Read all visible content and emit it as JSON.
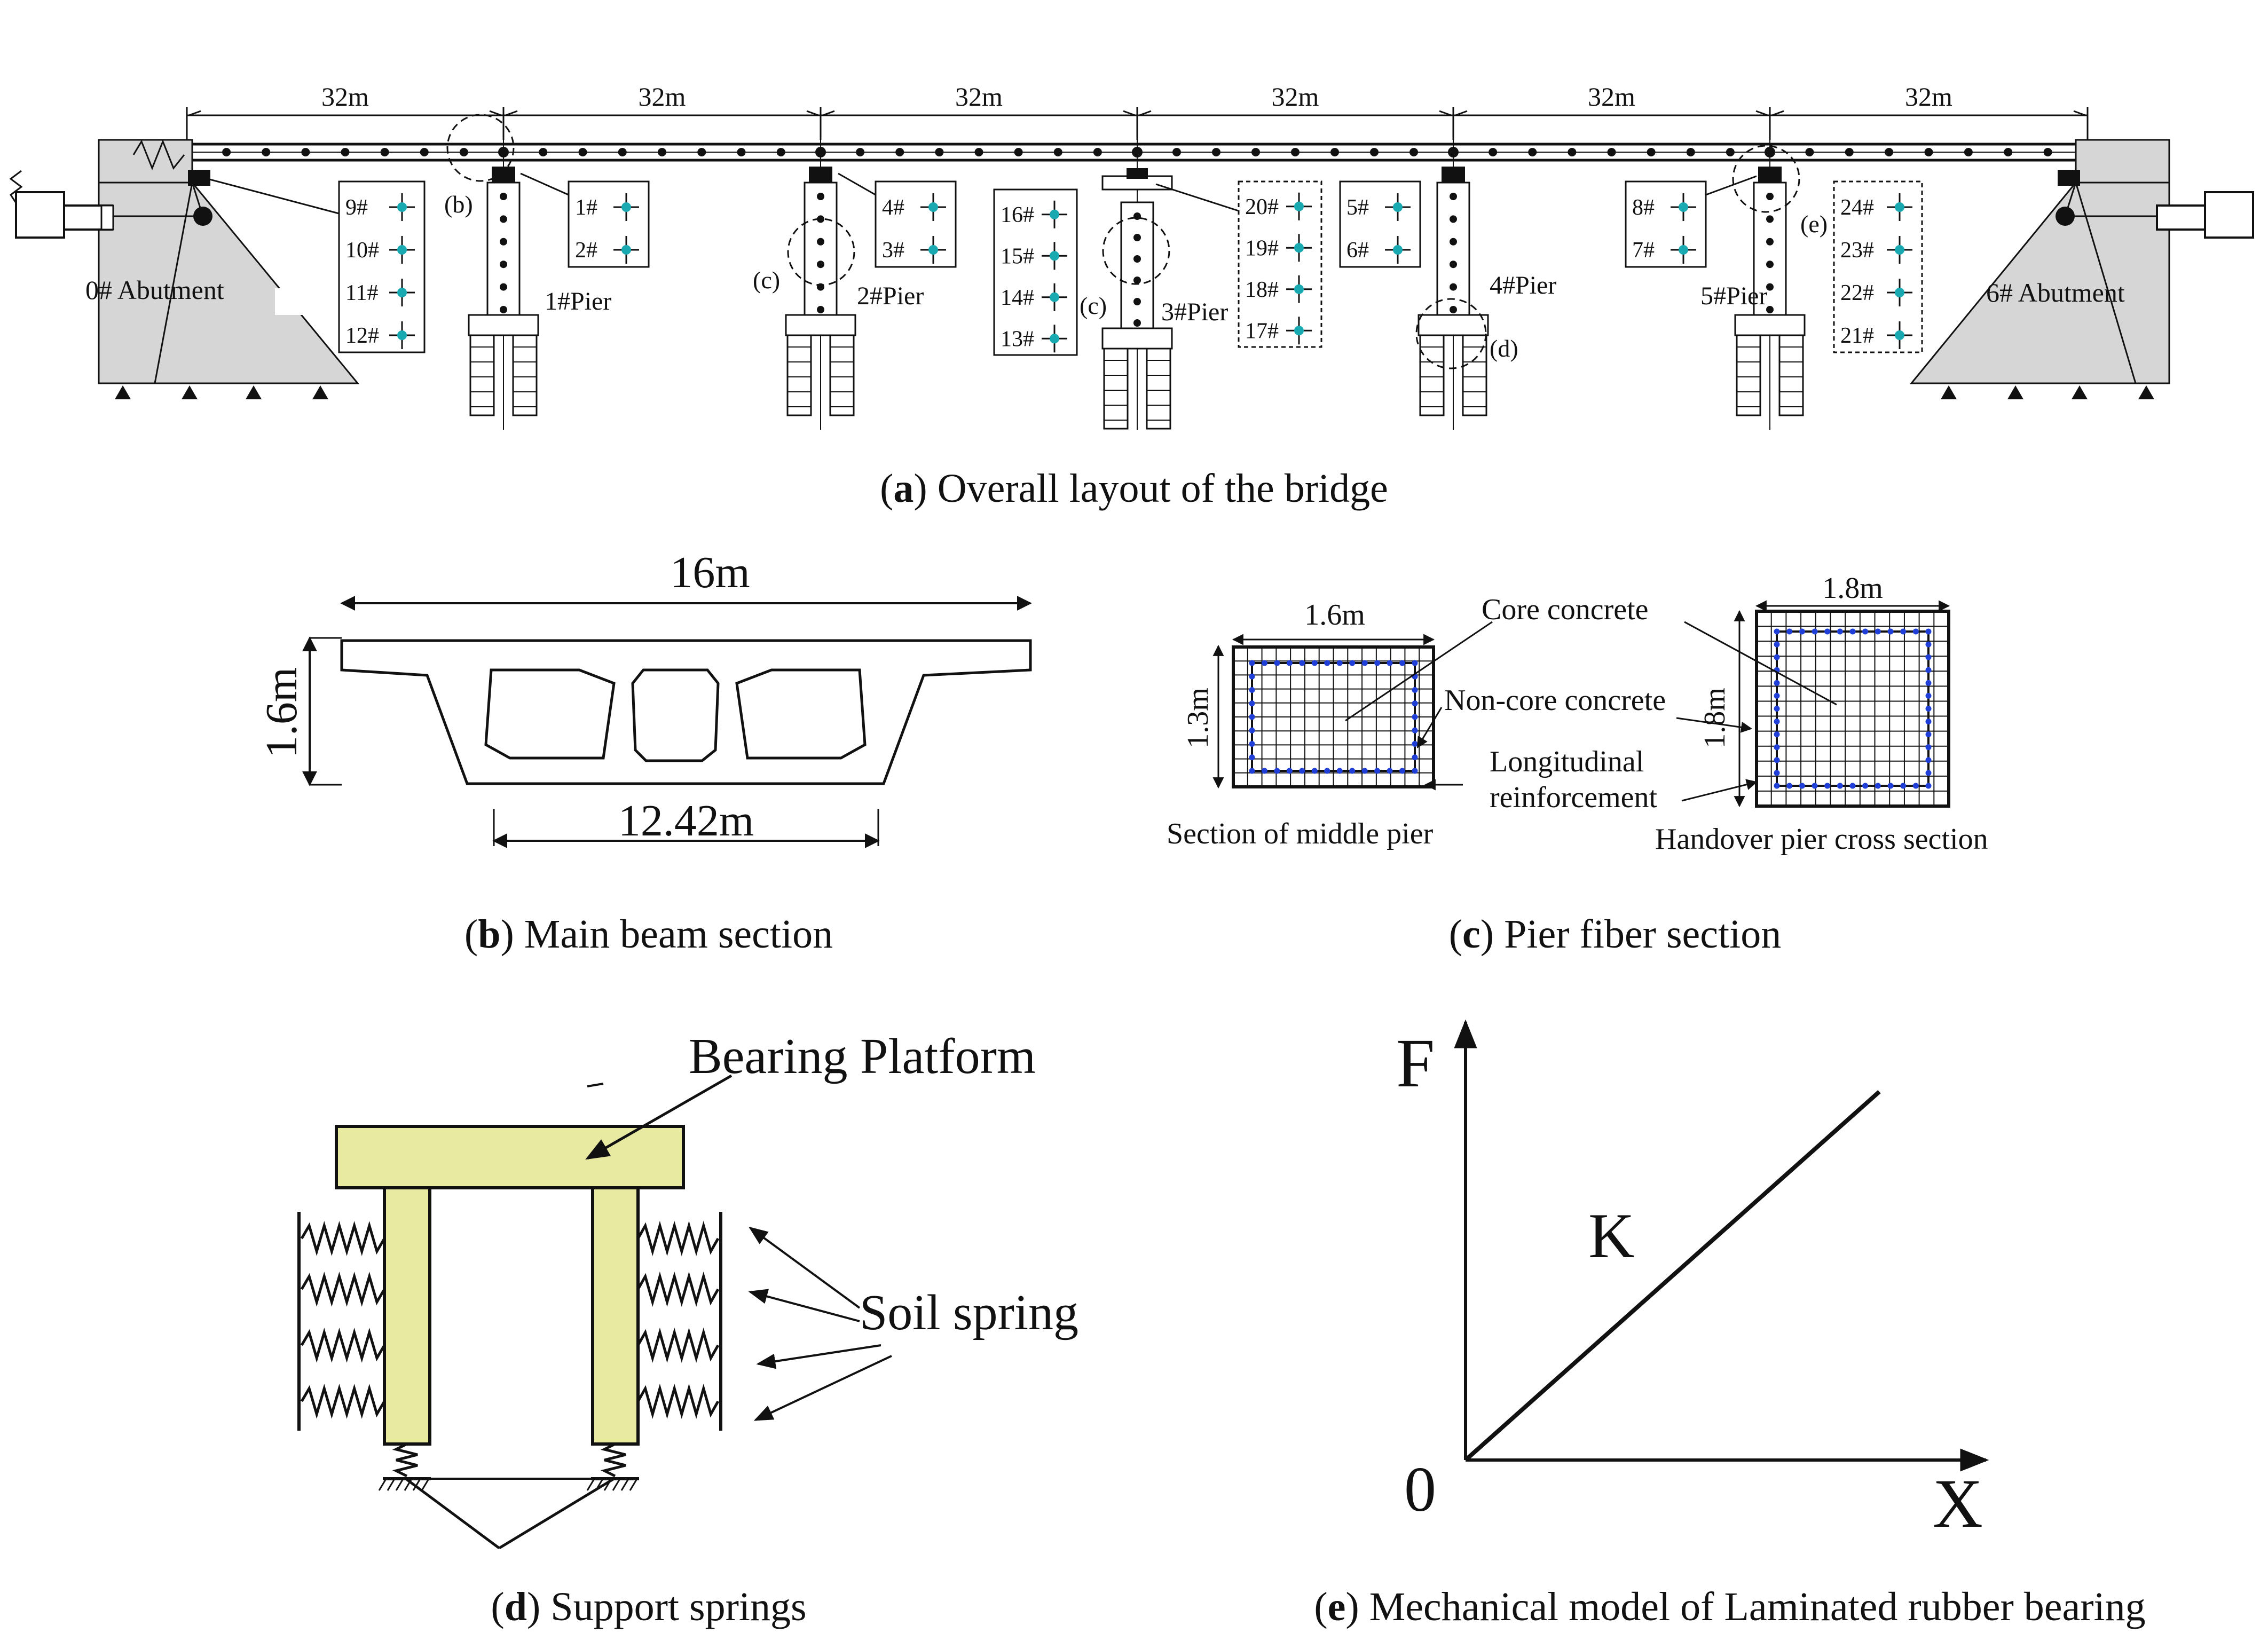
{
  "panel_a": {
    "span_label": "32m",
    "abutment_left": "0# Abutment",
    "abutment_right": "6# Abutment",
    "piers": [
      "1#Pier",
      "2#Pier",
      "3#Pier",
      "4#Pier",
      "5#Pier"
    ],
    "detail_marks": [
      "(b)",
      "(c)",
      "(c)",
      "(d)",
      "(e)"
    ],
    "bearing_groups": [
      [
        "9#",
        "10#",
        "11#",
        "12#"
      ],
      [
        "1#",
        "2#"
      ],
      [
        "4#",
        "3#"
      ],
      [
        "16#",
        "15#",
        "14#",
        "13#"
      ],
      [
        "20#",
        "19#",
        "18#",
        "17#"
      ],
      [
        "5#",
        "6#"
      ],
      [
        "8#",
        "7#"
      ],
      [
        "24#",
        "23#",
        "22#",
        "21#"
      ]
    ],
    "caption_letter": "a",
    "caption_text": ") Overall layout of the bridge"
  },
  "panel_b": {
    "top_width": "16m",
    "height": "1.6m",
    "bottom_width": "12.42m",
    "caption_letter": "b",
    "caption_text": ") Main beam section"
  },
  "panel_c": {
    "mid_width": "1.6m",
    "mid_height": "1.3m",
    "hand_width": "1.8m",
    "hand_height": "1.8m",
    "label_core": "Core concrete",
    "label_noncore": "Non-core concrete",
    "label_long1": "Longitudinal",
    "label_long2": "reinforcement",
    "label_mid": "Section of middle pier",
    "label_hand": "Handover pier cross section",
    "caption_letter": "c",
    "caption_text": ") Pier fiber section"
  },
  "panel_d": {
    "label_platform": "Bearing Platform",
    "label_spring": "Soil spring",
    "caption_letter": "d",
    "caption_text": ") Support springs"
  },
  "panel_e": {
    "axis_y": "F",
    "axis_x": "X",
    "origin": "0",
    "slope": "K",
    "caption_letter": "e",
    "caption_text": ") Mechanical model of Laminated rubber bearing"
  },
  "colors": {
    "pile_fill": "#e8eaa2",
    "abutment_fill": "#d6d6d6",
    "rebar_dot": "#1f3fd8",
    "bearing_dot": "#19a9b0",
    "ink": "#111111"
  }
}
